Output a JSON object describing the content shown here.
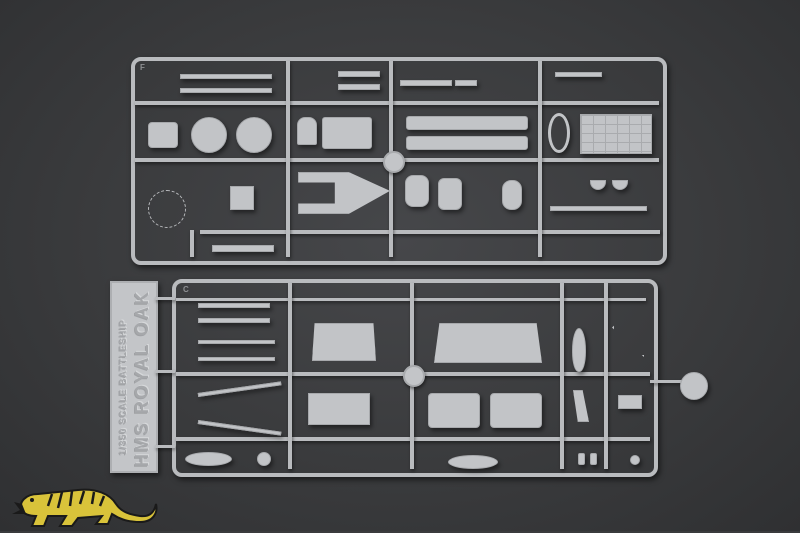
{
  "subject": "Plastic model kit sprues photographed on a dark grey background",
  "sprues": [
    {
      "id": "upper",
      "letter": "F"
    },
    {
      "id": "lower",
      "letter": "C"
    }
  ],
  "nameplate": {
    "line1": "1/350 SCALE BATTLESHIP",
    "line2": "HMS ROYAL OAK"
  },
  "logo": {
    "description": "yellow and black tiger",
    "icon": "tiger-logo-icon"
  },
  "colors": {
    "background": "#3a3b3d",
    "plastic": "#c2c4c7",
    "logo_yellow": "#d9c33a",
    "logo_black": "#1a1a1a"
  }
}
